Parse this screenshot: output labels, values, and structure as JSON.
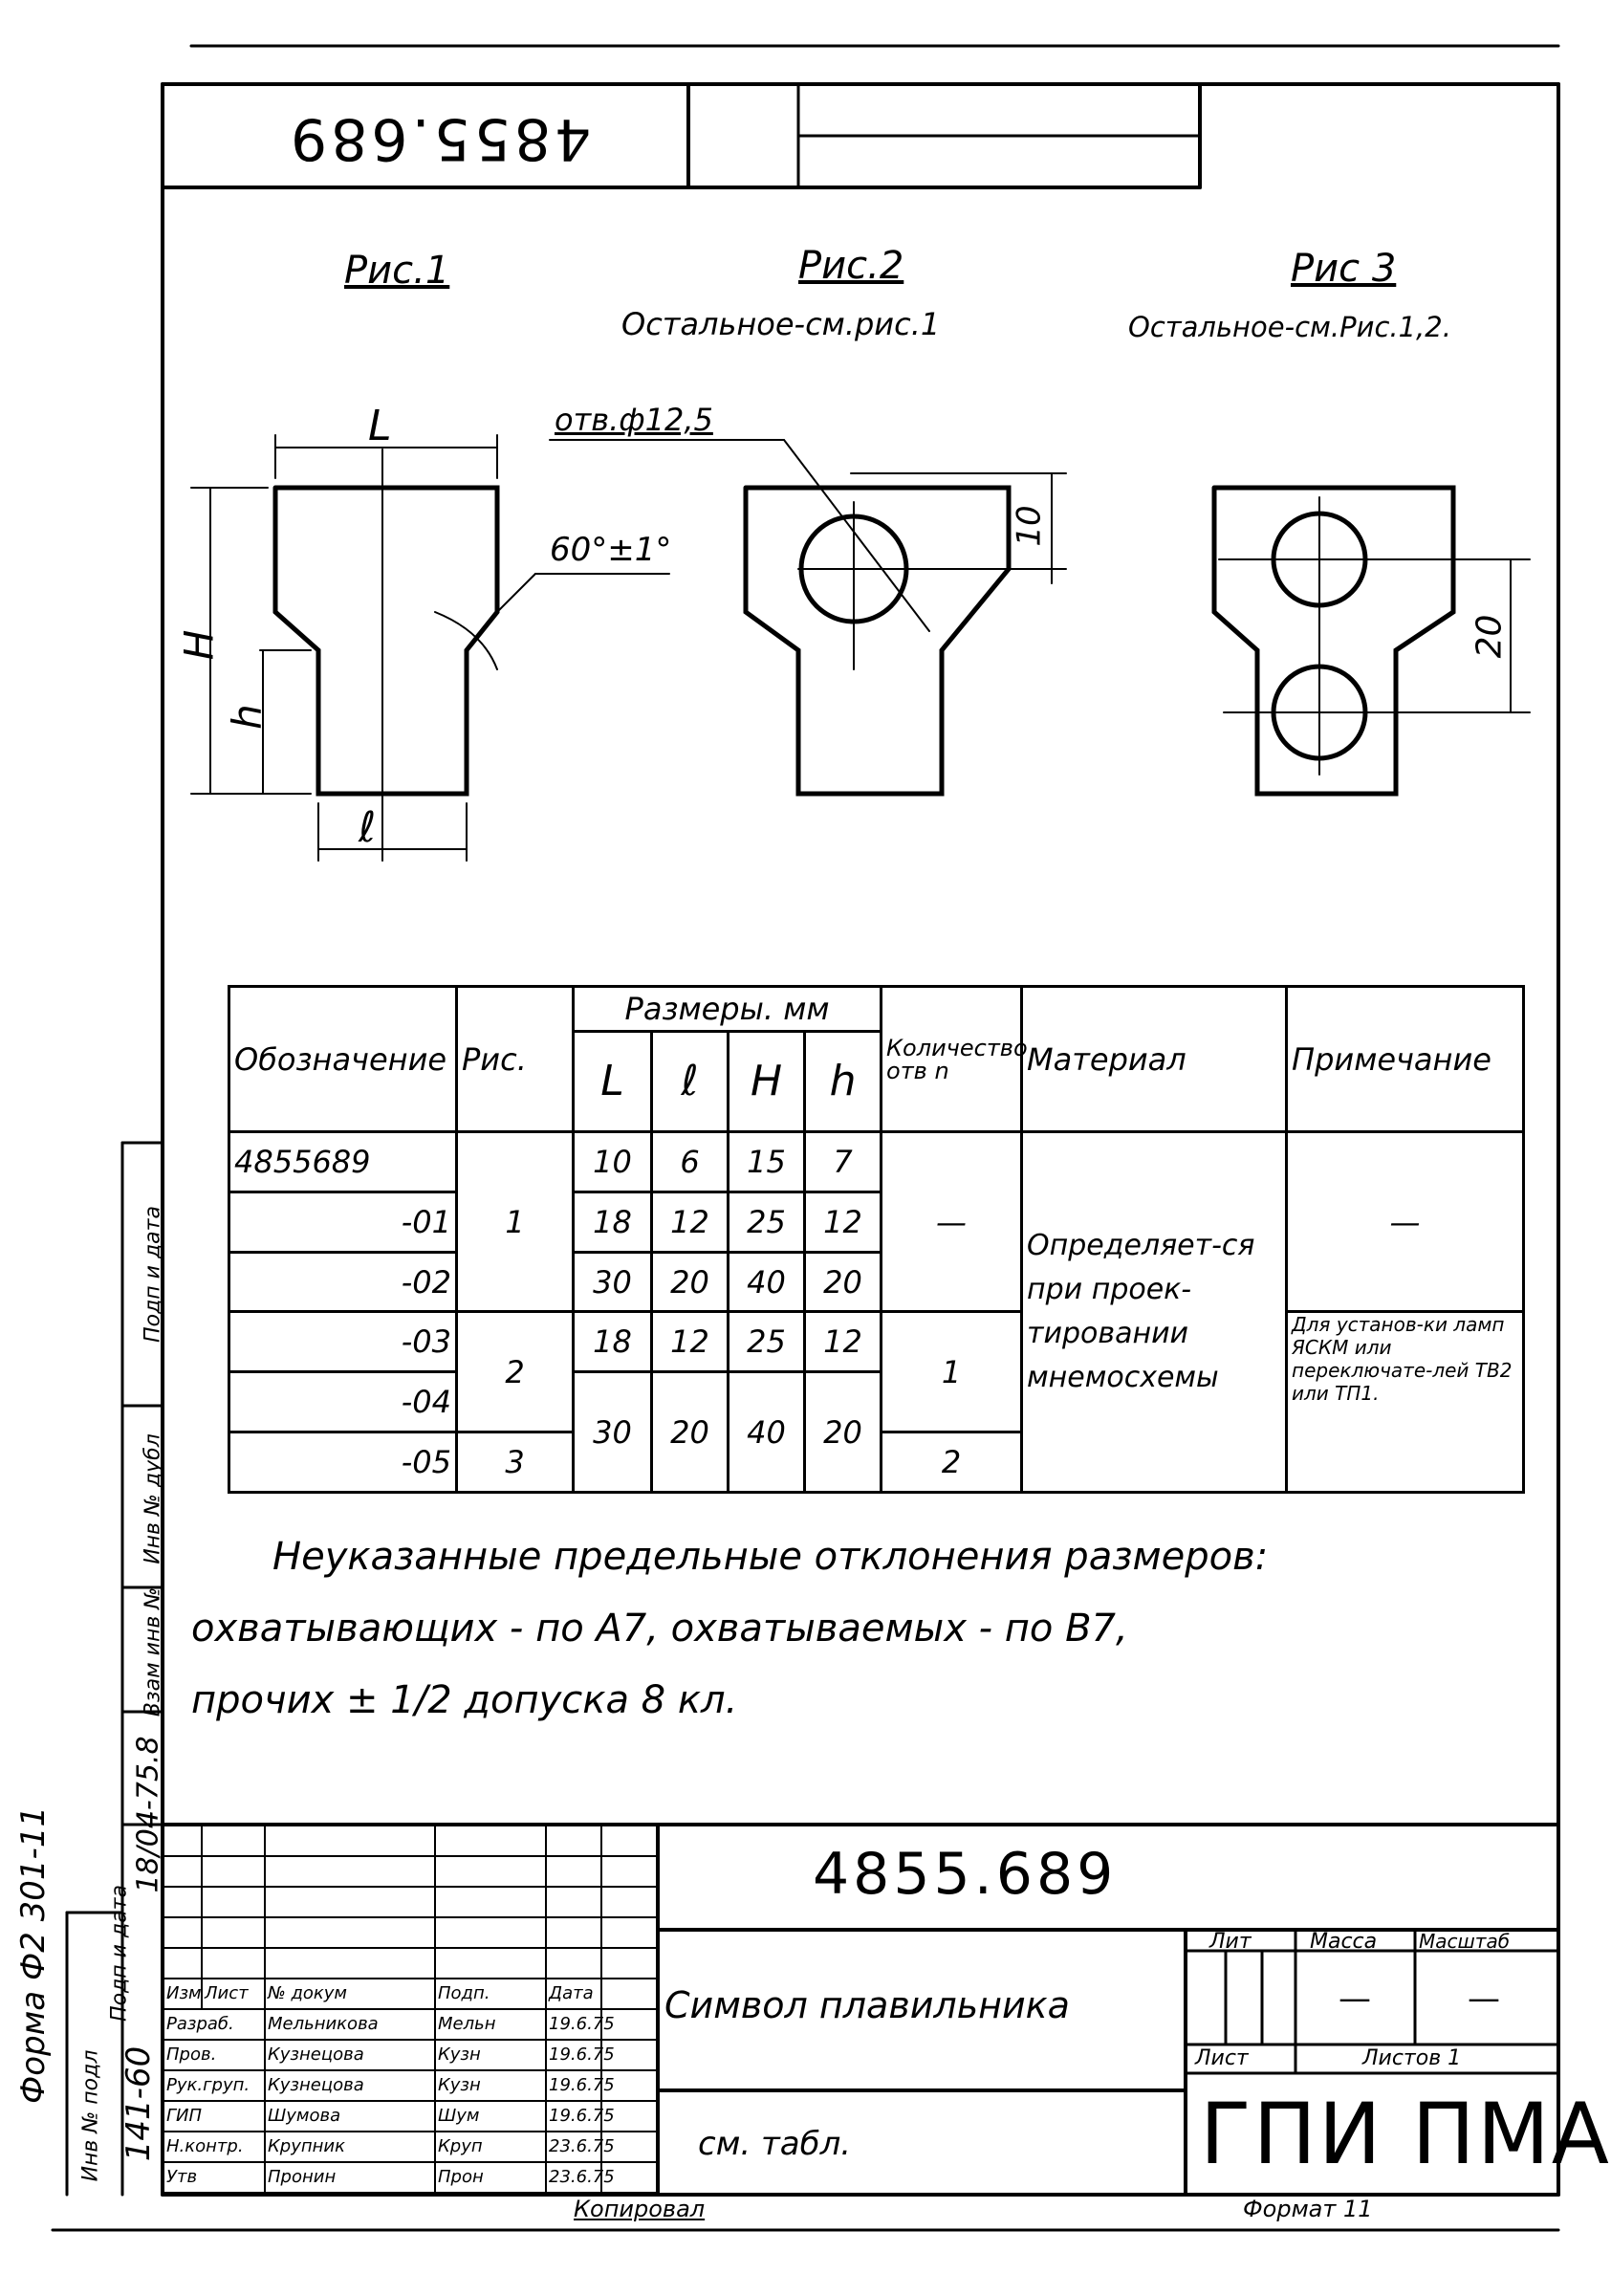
{
  "doc_number_rotated": "4855.689",
  "figures": [
    {
      "caption": "Рис.1",
      "note": ""
    },
    {
      "caption": "Рис.2",
      "note": "Остальное-см.рис.1"
    },
    {
      "caption": "Рис 3",
      "note": "Остальное-см.Рис.1,2."
    }
  ],
  "dims": {
    "L": "L",
    "l": "ℓ",
    "H": "H",
    "h": "h",
    "angle": "60°±1°",
    "hole": "отв.ф12,5",
    "ten": "10",
    "twenty": "20"
  },
  "table": {
    "headers": {
      "designation": "Обозначение",
      "fig": "Рис.",
      "sizes": "Размеры. мм",
      "L": "L",
      "l": "ℓ",
      "H": "H",
      "h": "h",
      "count": "Количество отв n",
      "material": "Материал",
      "note": "Примечание"
    },
    "rows": [
      {
        "designation": "4855689",
        "L": "10",
        "l": "6",
        "H": "15",
        "h": "7"
      },
      {
        "designation": "-01",
        "L": "18",
        "l": "12",
        "H": "25",
        "h": "12"
      },
      {
        "designation": "-02",
        "L": "30",
        "l": "20",
        "H": "40",
        "h": "20"
      },
      {
        "designation": "-03",
        "L": "18",
        "l": "12",
        "H": "25",
        "h": "12"
      },
      {
        "designation": "-04",
        "L": "30",
        "l": "20",
        "H": "40",
        "h": "20"
      },
      {
        "designation": "-05"
      }
    ],
    "fig_groups": [
      "1",
      "2",
      "3"
    ],
    "count_values": [
      "—",
      "1",
      "2"
    ],
    "material": "Определяет-ся при проек-тировании мнемосхемы",
    "notes": [
      "—",
      "Для установ-ки ламп ЯСКМ или переключате-лей ТВ2 или ТП1."
    ]
  },
  "tolerance_note": [
    "Неуказанные предельные отклонения размеров:",
    "охватывающих - по А7, охватываемых - по В7,",
    "прочих ± 1/2 допуска 8 кл."
  ],
  "side_labels": [
    "Подп и дата",
    "Инв № дубл",
    "Взам инв №",
    "Подп и дата",
    "Инв № подл"
  ],
  "side_values": {
    "inv": "141-60",
    "date": "18/04-75.8"
  },
  "form_label": "Форма Ф2 301-11",
  "title_block": {
    "doc_number": "4855.689",
    "name": "Символ плавильника",
    "material": "см. табл.",
    "col_headers": [
      "Изм",
      "Лист",
      "№ докум",
      "Подп.",
      "Дата"
    ],
    "roles": [
      {
        "role": "Разраб.",
        "name": "Мельникова",
        "sign": "Мельн",
        "date": "19.6.75"
      },
      {
        "role": "Пров.",
        "name": "Кузнецова",
        "sign": "Кузн",
        "date": "19.6.75"
      },
      {
        "role": "Рук.груп.",
        "name": "Кузнецова",
        "sign": "Кузн",
        "date": "19.6.75"
      },
      {
        "role": "ГИП",
        "name": "Шумова",
        "sign": "Шум",
        "date": "19.6.75"
      },
      {
        "role": "Н.контр.",
        "name": "Крупник",
        "sign": "Круп",
        "date": "23.6.75"
      },
      {
        "role": "Утв",
        "name": "Пронин",
        "sign": "Прон",
        "date": "23.6.75"
      }
    ],
    "lit": "Лит",
    "mass": "Масса",
    "scale": "Масштаб",
    "mass_value": "—",
    "scale_value": "—",
    "sheet": "Лист",
    "sheets": "Листов 1",
    "org": "ГПИ ПМА"
  },
  "copied": "Копировал",
  "format": "Формат 11"
}
